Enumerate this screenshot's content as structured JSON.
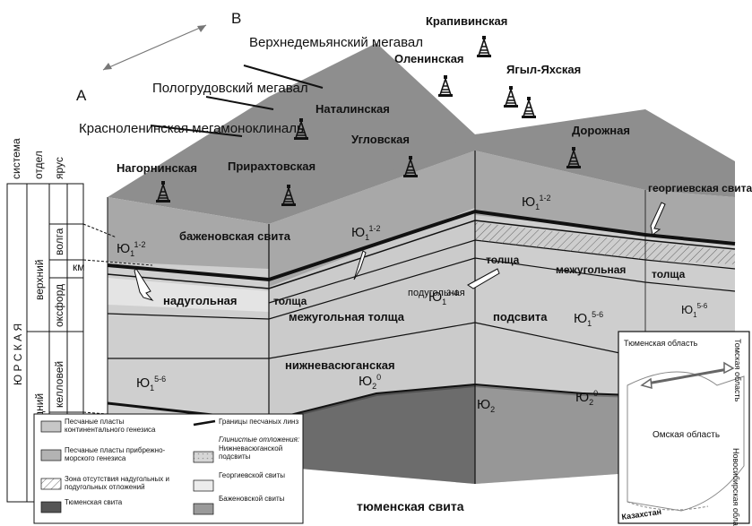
{
  "direction": {
    "a": "А",
    "b": "В"
  },
  "structures": {
    "upper_demyan": "Верхнедемьянский мегавал",
    "polo": "Пологрудовский мегавал",
    "krasno": "Красноленинская мегамоноклиналь"
  },
  "fields": {
    "krapivin": "Крапивинская",
    "olenin": "Оленинская",
    "yagyl": "Ягыл-Яхская",
    "natalin": "Наталинская",
    "uglov": "Угловская",
    "dorozh": "Дорожная",
    "nagorn": "Нагорнинская",
    "priraht": "Прирахтовская"
  },
  "strat_column": {
    "system_header": "система",
    "department_header": "отдел",
    "stage_header": "ярус",
    "system": "Ю Р С К А Я",
    "upper": "верхний",
    "middle": "средний",
    "volga": "волга",
    "km": "км",
    "oxford": "оксфорд",
    "callovian": "келловей"
  },
  "formations": {
    "bazhen": "баженовская свита",
    "georg": "георгиевская свита",
    "nadugol": "надугольная",
    "mezhugol_tolshcha": "межугольная толща",
    "tolshcha1": "толща",
    "tolshcha2": "толща",
    "tolshcha3": "толща",
    "mezhugol": "межугольная",
    "podugol": "подугольная",
    "nizhneva": "нижневасюганская",
    "podsvita": "подсвита",
    "tyumen": "тюменская свита"
  },
  "horizons": {
    "yu": "Ю",
    "s12": "1-2",
    "s34": "3-4",
    "s56": "5-6",
    "s0": "0",
    "s1": "1",
    "s2": "2"
  },
  "legend": {
    "item1": "Песчаные пласты континентального генезиса",
    "item2": "Песчаные пласты прибрежно-морского генезиса",
    "item3": "Зона отсутствия надугольных и подугольных отложений",
    "item4": "Тюменская свита",
    "item5": "Границы песчаных линз",
    "item6_header": "Глинистые отложения:",
    "item7": "Нижневасюганской подсвиты",
    "item8": "Георгиевской свиты",
    "item9": "Баженовской свиты"
  },
  "inset": {
    "tyumen": "Тюменская область",
    "tomsk": "Томская область",
    "omsk": "Омская область",
    "novosib": "Новосибирская область",
    "kaz": "Казахстан"
  },
  "colors": {
    "top_surface": "#8c8c8c",
    "side": "#c2c2c2",
    "dark_layer": "#202020"
  }
}
